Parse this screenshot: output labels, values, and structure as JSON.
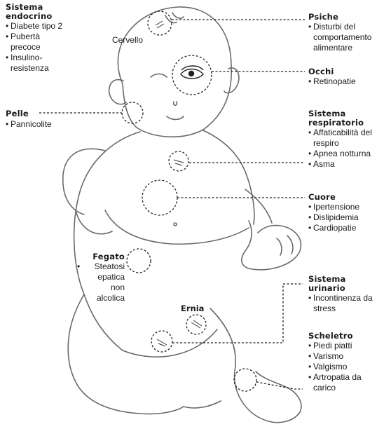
{
  "colors": {
    "ink": "#1a1a1a",
    "outline": "#555555",
    "background": "#ffffff"
  },
  "organs": {
    "endocrine": {
      "title_1": "Sistema",
      "title_2": "endocrino",
      "items": [
        "Diabete tipo 2",
        "Pubertà precoce",
        "Insulino- resistenza"
      ]
    },
    "brain": {
      "title": "Cervello"
    },
    "psyche": {
      "title": "Psiche",
      "items": [
        "Disturbi del comportamento alimentare"
      ]
    },
    "eyes": {
      "title": "Occhi",
      "items": [
        "Retinopatie"
      ]
    },
    "skin": {
      "title": "Pelle",
      "items": [
        "Pannicolite"
      ]
    },
    "respiratory": {
      "title_1": "Sistema",
      "title_2": "respiratorio",
      "items": [
        "Affaticabilità del respiro",
        "Apnea notturna",
        "Asma"
      ]
    },
    "heart": {
      "title": "Cuore",
      "items": [
        "Ipertensione",
        "Dislipidemia",
        "Cardiopatie"
      ]
    },
    "liver": {
      "title": "Fegato",
      "items": [
        "Steatosi epatica non alcolica"
      ]
    },
    "hernia": {
      "title": "Ernia"
    },
    "urinary": {
      "title_1": "Sistema",
      "title_2": "urinario",
      "items": [
        "Incontinenza da stress"
      ]
    },
    "skeleton": {
      "title": "Scheletro",
      "items": [
        "Piedi piatti",
        "Varismo",
        "Valgismo",
        "Artropatia da carico"
      ]
    }
  }
}
